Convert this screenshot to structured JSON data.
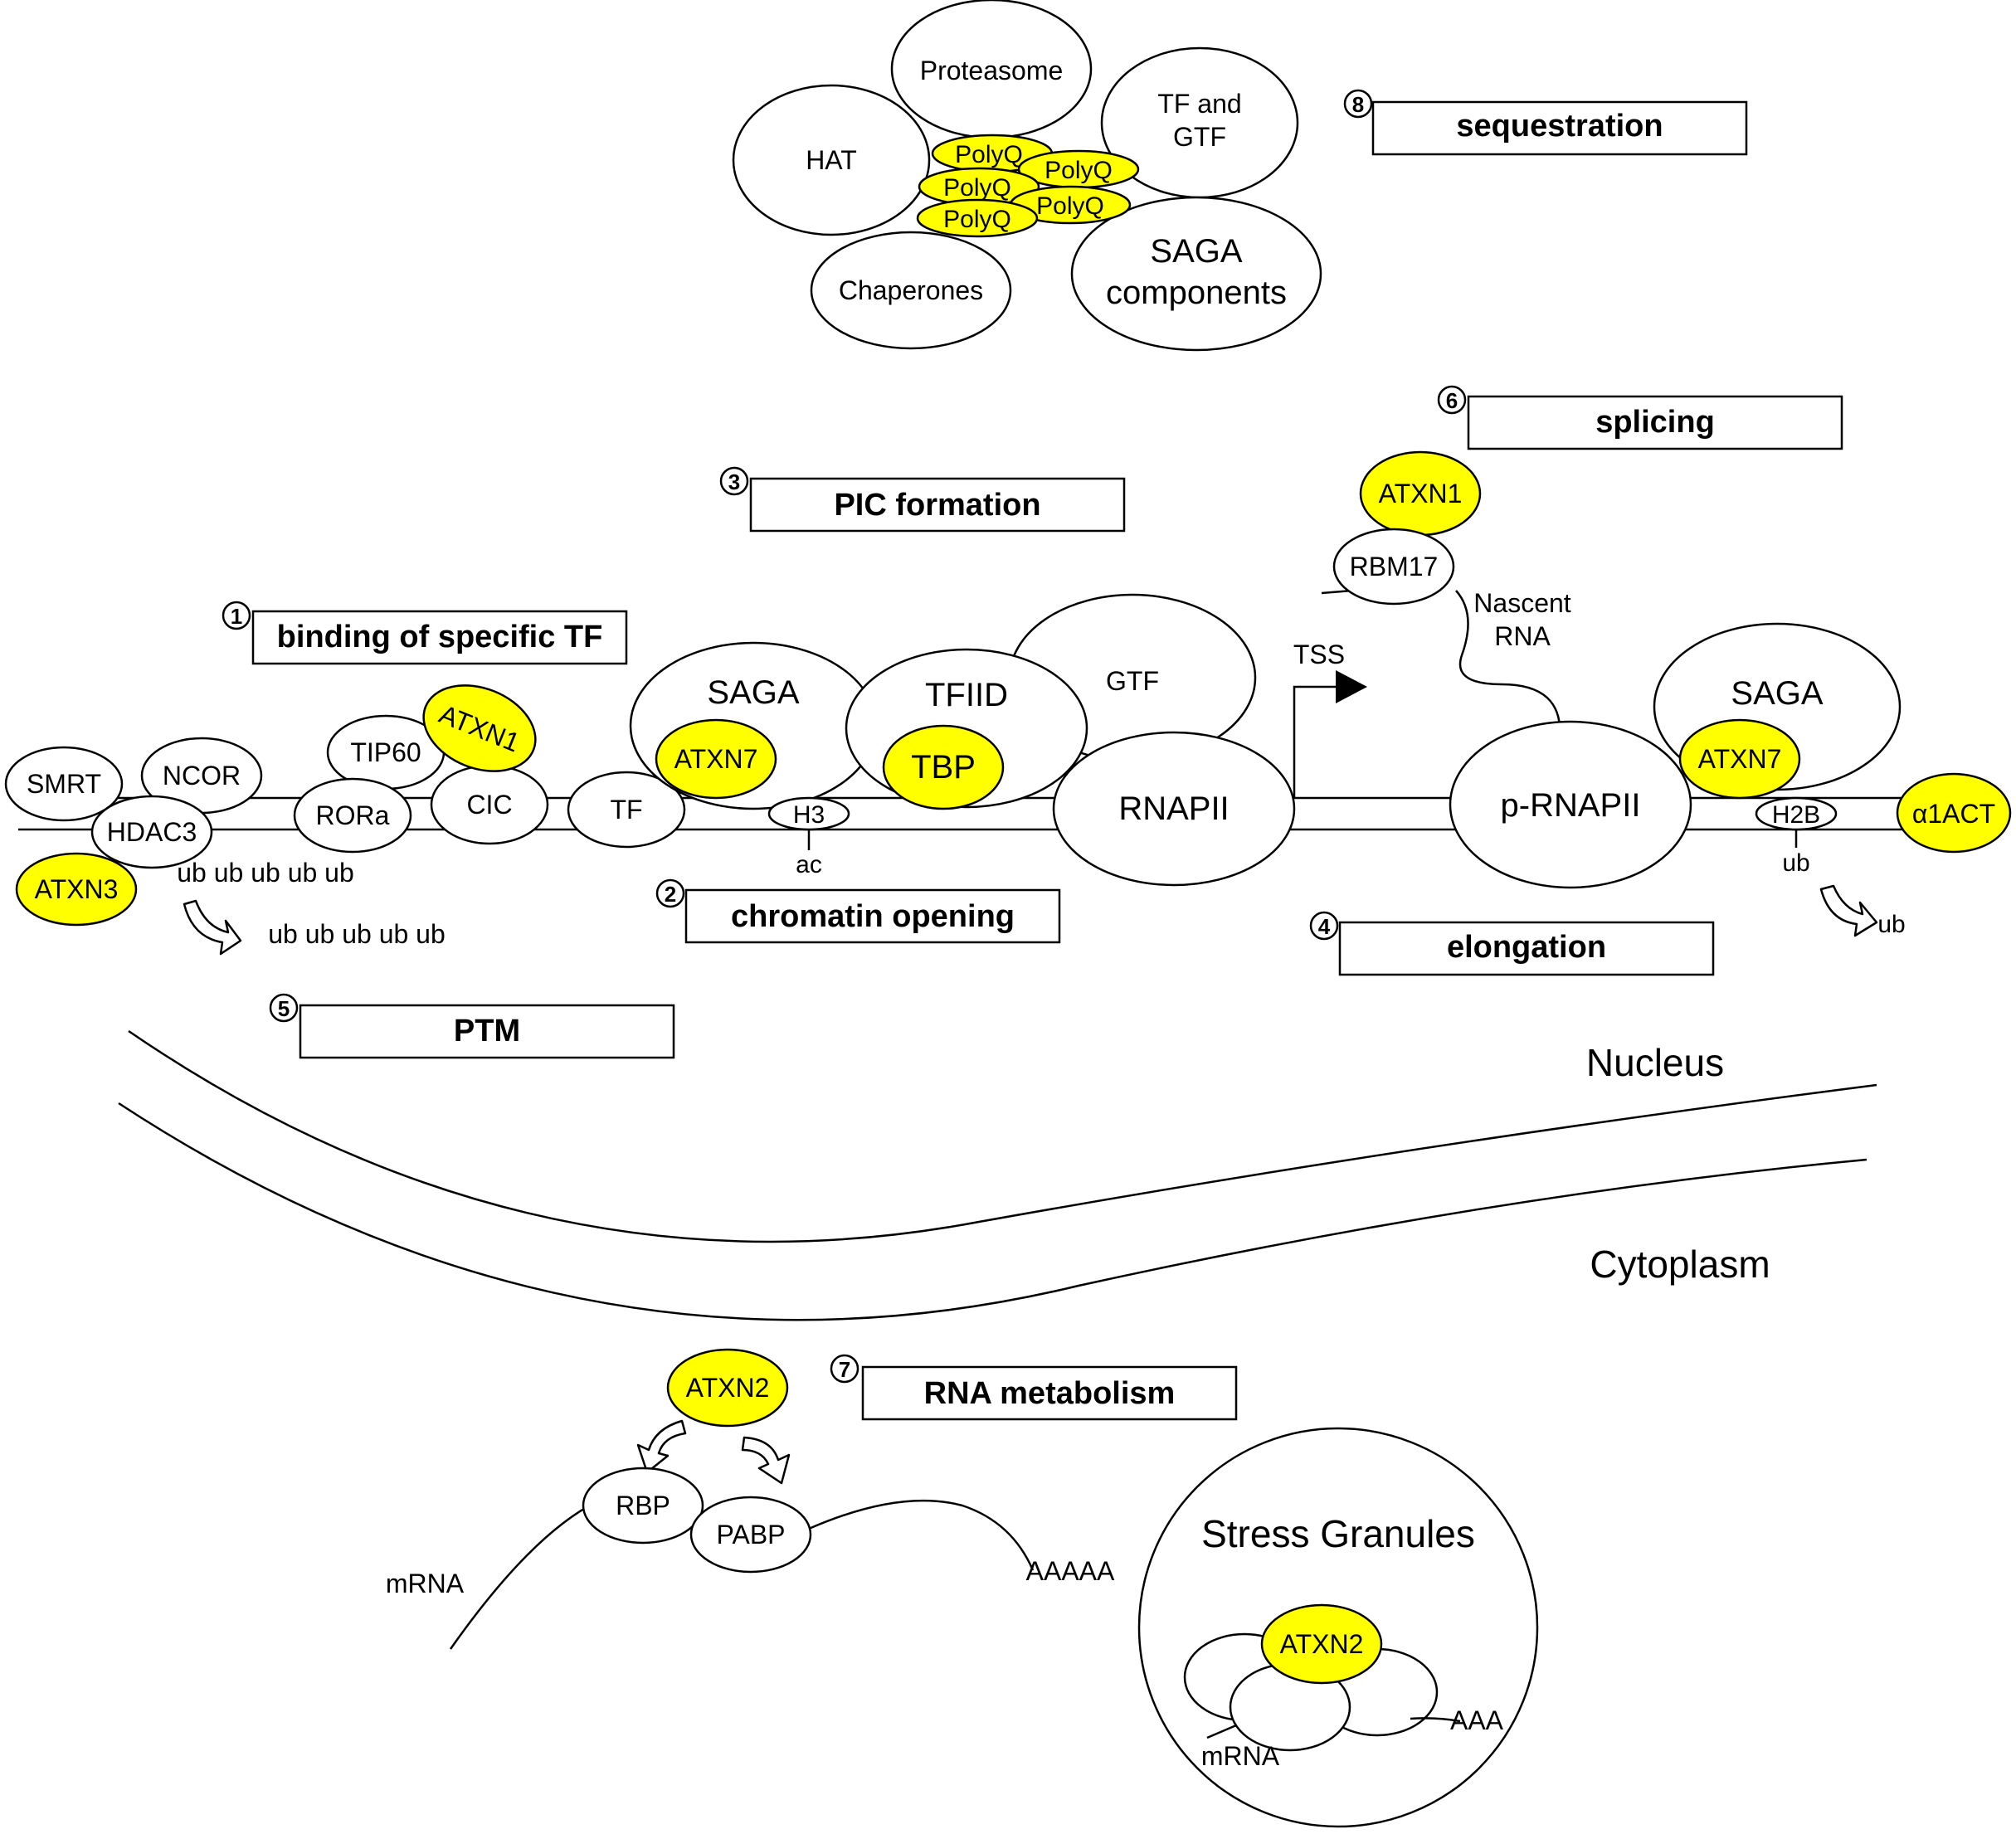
{
  "mechanisms": {
    "m1": {
      "num": "1",
      "title": "binding of specific TF"
    },
    "m2": {
      "num": "2",
      "title": "chromatin opening"
    },
    "m3": {
      "num": "3",
      "title": "PIC formation"
    },
    "m4": {
      "num": "4",
      "title": "elongation"
    },
    "m5": {
      "num": "5",
      "title": "PTM"
    },
    "m6": {
      "num": "6",
      "title": "splicing"
    },
    "m7": {
      "num": "7",
      "title": "RNA metabolism"
    },
    "m8": {
      "num": "8",
      "title": "sequestration"
    }
  },
  "sequestration": {
    "proteasome": "Proteasome",
    "hat": "HAT",
    "tf_gtf_1": "TF and",
    "tf_gtf_2": "GTF",
    "chaperones": "Chaperones",
    "saga_1": "SAGA",
    "saga_2": "components",
    "polyq": "PolyQ"
  },
  "chromatin": {
    "smrt": "SMRT",
    "ncor": "NCOR",
    "hdac3": "HDAC3",
    "atxn3": "ATXN3",
    "ub_row1": "ub ub ub ub ub",
    "ub_row2": "ub ub ub ub ub",
    "tip60": "TIP60",
    "atxn1": "ATXN1",
    "rora": "RORa",
    "cic": "CIC",
    "tf": "TF",
    "saga": "SAGA",
    "atxn7": "ATXN7",
    "h3": "H3",
    "ac": "ac",
    "tfiid": "TFIID",
    "tbp": "TBP",
    "gtf": "GTF",
    "rnapii": "RNAPII",
    "tss": "TSS",
    "rbm17": "RBM17",
    "atxn1_splice": "ATXN1",
    "nascent_1": "Nascent",
    "nascent_2": "RNA",
    "p_rnapii": "p-RNAPII",
    "saga_right": "SAGA",
    "atxn7_right": "ATXN7",
    "h2b": "H2B",
    "ub_h2b": "ub",
    "ub_release": "ub",
    "a1act": "α1ACT"
  },
  "compartments": {
    "nucleus": "Nucleus",
    "cytoplasm": "Cytoplasm"
  },
  "rna": {
    "atxn2": "ATXN2",
    "rbp": "RBP",
    "pabp": "PABP",
    "mrna": "mRNA",
    "polya": "AAAAA",
    "stress_granules": "Stress Granules",
    "sg_atxn2": "ATXN2",
    "sg_mrna": "mRNA",
    "sg_polya": "AAA"
  },
  "colors": {
    "highlight": "#ffff00",
    "outline": "#000000"
  }
}
